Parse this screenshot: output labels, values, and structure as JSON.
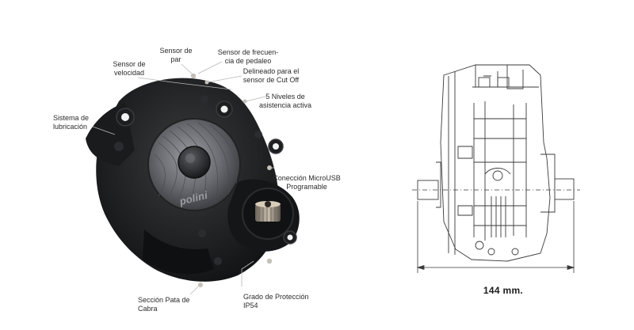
{
  "labels": {
    "sensor_par": "Sensor de\npar",
    "sensor_frecuencia": "Sensor de frecuen-\ncia de pedaleo",
    "sensor_velocidad": "Sensor de\nvelocidad",
    "delineado": "Delineado para el\nsensor de Cut Off",
    "niveles": "5 Niveles de\nasistencia activa",
    "lubricacion": "Sistema de\nlubricación",
    "microusb": "Conección MicroUSB\nProgramable",
    "pata_cabra": "Sección Pata de\nCabra",
    "proteccion": "Grado de Protección\nIP54"
  },
  "brand": "polini",
  "dimension": "144 mm.",
  "colors": {
    "motor_body": "#1b1c1e",
    "motor_cover": "#6b6d72",
    "leader_line": "#b8b8b8",
    "leader_dot": "#c4c0b8",
    "drawing_stroke": "#3a3a3a"
  }
}
